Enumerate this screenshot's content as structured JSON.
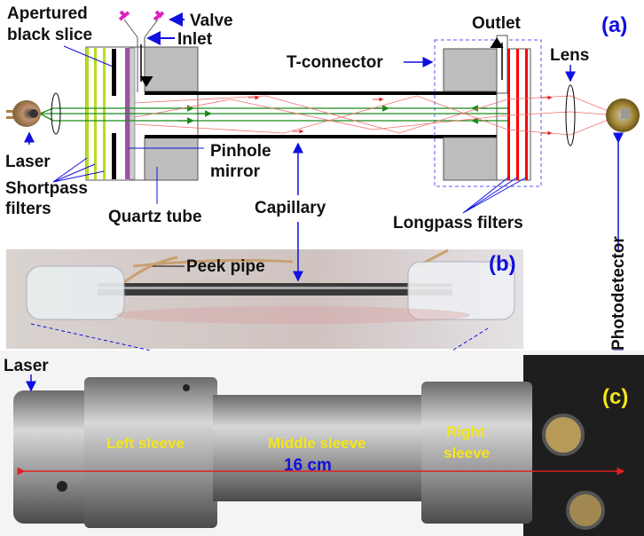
{
  "panels": {
    "a": "(a)",
    "b": "(b)",
    "c": "(c)"
  },
  "schematic": {
    "apertured_slice": [
      "Apertured",
      "black slice"
    ],
    "valve": "Valve",
    "inlet": "Inlet",
    "outlet": "Outlet",
    "t_connector": "T-connector",
    "lens": "Lens",
    "laser": "Laser",
    "pinhole_mirror": [
      "Pinhole",
      "mirror"
    ],
    "shortpass": [
      "Shortpass",
      "filters"
    ],
    "quartz_tube": "Quartz tube",
    "capillary": "Capillary",
    "longpass": "Longpass filters",
    "photodetector": "Photodetector"
  },
  "photo_b": {
    "peek_pipe": "Peek pipe"
  },
  "photo_c": {
    "laser": "Laser",
    "left_sleeve": "Left sleeve",
    "middle_sleeve": "Middle sleeve",
    "right_sleeve": [
      "Right",
      "sleeve"
    ],
    "length": "16 cm"
  },
  "colors": {
    "label_blue": "#1010e0",
    "beam_green": "#1a8a1a",
    "signal_red": "#e02020",
    "shortpass": "#b8dc1e",
    "mirror": "#a050a8",
    "sleeve_label": "#f5e51a"
  }
}
